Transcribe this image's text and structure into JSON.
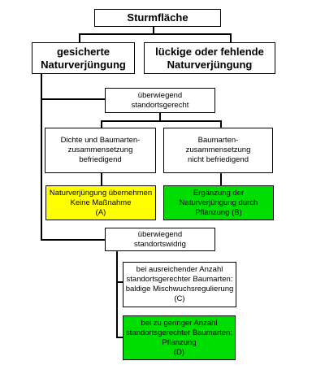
{
  "diagram": {
    "root": {
      "label": "Sturmfläche"
    },
    "left_branch": {
      "line1": "gesicherte",
      "line2": "Naturverjüngung"
    },
    "right_branch": {
      "line1": "lückige oder fehlende",
      "line2": "Naturverjüngung"
    },
    "mostly_site_appropriate": {
      "line1": "überwiegend",
      "line2": "standortsgerecht"
    },
    "density_satisfactory": {
      "line1": "Dichte und Baumarten-",
      "line2": "zusammensetzung",
      "line3": "befriedigend"
    },
    "composition_unsatisfactory": {
      "line1": "Baumarten-",
      "line2": "zusammensetzung",
      "line3": "nicht befriedigend"
    },
    "action_a": {
      "line1": "Naturverjüngung übernehmen",
      "line2": "Keine Maßnahme",
      "line3": "(A)",
      "color": "#ffff00"
    },
    "action_b": {
      "line1": "Ergänzung der",
      "line2": "Naturverjüngung durch",
      "line3": "Pflanzung (B)",
      "color": "#00dd00"
    },
    "mostly_site_inappropriate": {
      "line1": "überwiegend",
      "line2": "standortswidrig"
    },
    "action_c": {
      "line1": "bei ausreichender Anzahl",
      "line2": "standortsgerechter Baumarten:",
      "line3": "baldige Mischwuchsregulierung",
      "line4": "(C)"
    },
    "action_d": {
      "line1": "bei zu geringer Anzahl",
      "line2": "standortsgerechter Baumarten:",
      "line3": "Pflanzung",
      "line4": "(D)",
      "color": "#00dd00"
    }
  }
}
